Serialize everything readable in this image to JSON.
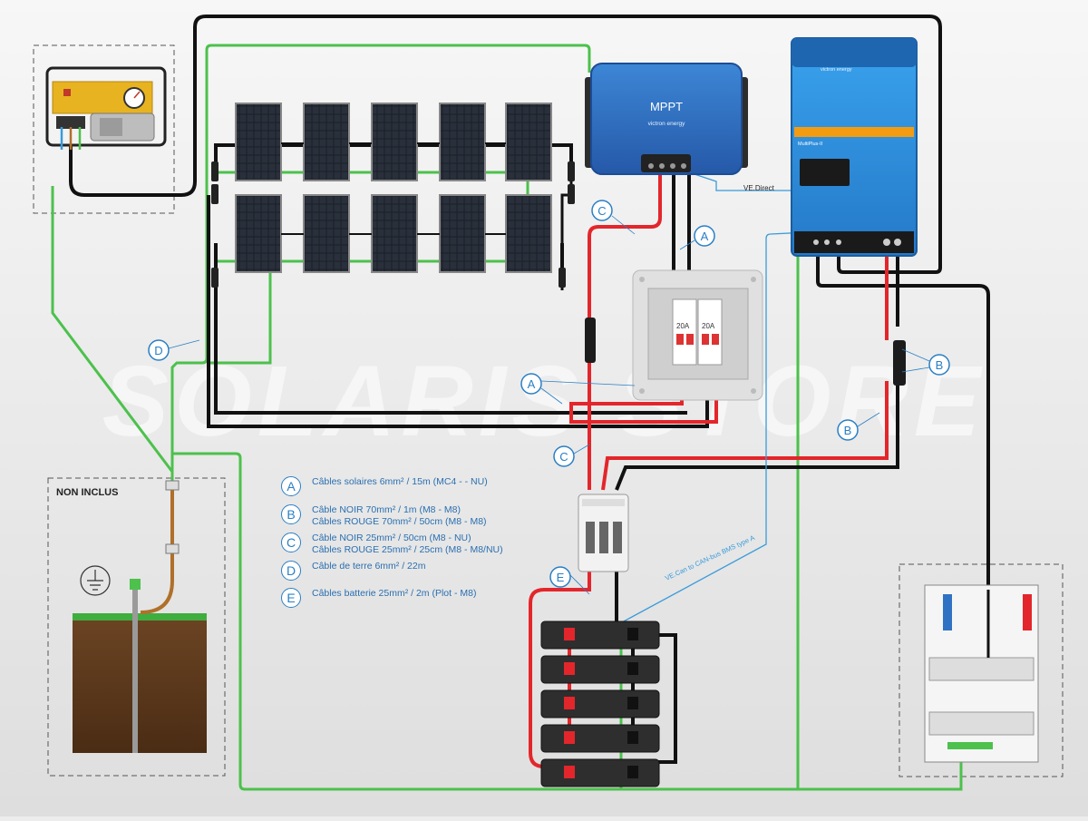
{
  "watermark": "SOLARIS STORE",
  "labels": {
    "non_inclus": "NON INCLUS",
    "mppt": "MPPT",
    "victron_brand": "victron energy",
    "multiplus_brand": "victron energy",
    "multiplus_model": "MultiPlus-II",
    "ve_direct": "VE.Direct",
    "ve_can": "VE.Can to CAN-bus BMS type A",
    "breaker_rating_1": "20A",
    "breaker_rating_2": "20A"
  },
  "callouts": {
    "a": "A",
    "b": "B",
    "c": "C",
    "d": "D",
    "e": "E"
  },
  "legend": [
    {
      "letter": "A",
      "lines": [
        "Câbles solaires 6mm² / 15m (MC4 - - NU)"
      ]
    },
    {
      "letter": "B",
      "lines": [
        "Câble NOIR 70mm² / 1m (M8 - M8)",
        "Câbles ROUGE 70mm² / 50cm (M8 - M8)"
      ]
    },
    {
      "letter": "C",
      "lines": [
        "Câble NOIR 25mm² / 50cm (M8 - NU)",
        "Câbles ROUGE 25mm² / 25cm (M8 - M8/NU)"
      ]
    },
    {
      "letter": "D",
      "lines": [
        "Câble de terre 6mm² / 22m"
      ]
    },
    {
      "letter": "E",
      "lines": [
        "Câbles batterie 25mm² / 2m (Plot - M8)"
      ]
    }
  ],
  "colors": {
    "background": "#ececec",
    "wire_black": "#111111",
    "wire_red": "#e3262b",
    "wire_green": "#4cc14c",
    "wire_blue": "#3a9bd9",
    "victron_blue": "#2f72c4",
    "multiplus_blue": "#2c8fe0",
    "callout": "#2a7fc4",
    "earth_brown": "#5e3a1e",
    "grass": "#3fae3f",
    "generator_yellow": "#e8b320"
  }
}
